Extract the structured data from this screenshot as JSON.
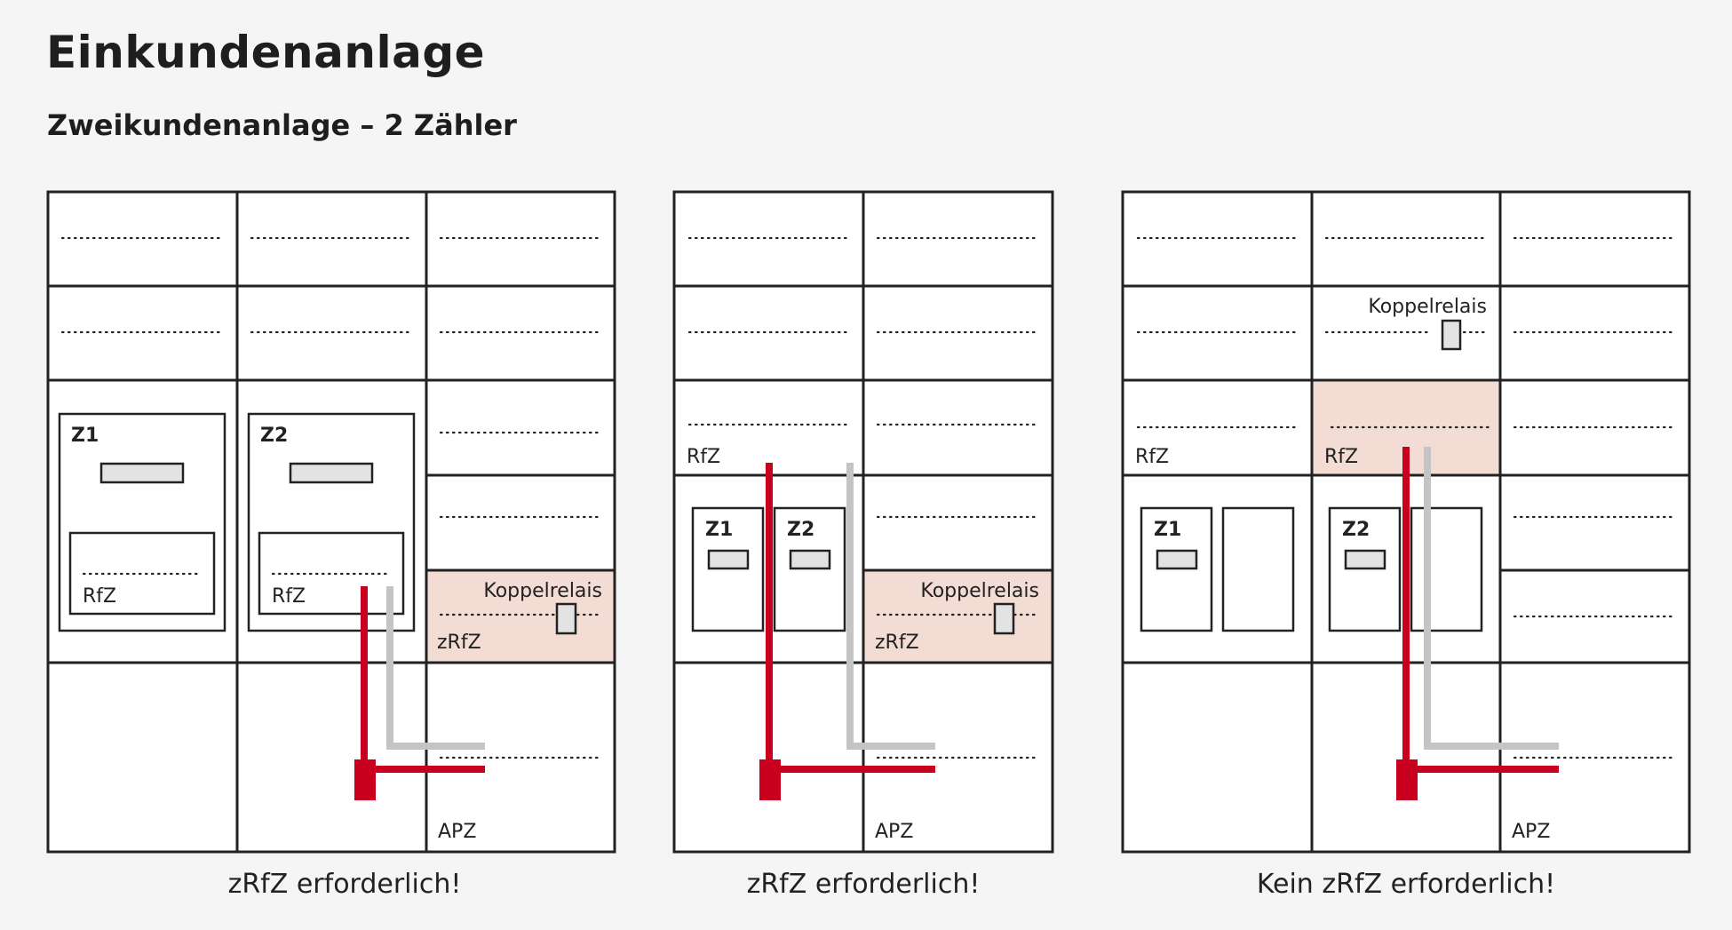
{
  "title": "Einkundenanlage",
  "subtitle": "Zweikundenanlage – 2 Zähler",
  "labels": {
    "z1": "Z1",
    "z2": "Z2",
    "rfz": "RfZ",
    "zrfz": "zRfZ",
    "koppelrelais": "Koppelrelais",
    "apz": "APZ"
  },
  "captions": [
    "zRfZ erforderlich!",
    "zRfZ erforderlich!",
    "Kein zRfZ erforderlich!"
  ],
  "colors": {
    "red_line": "#c8001e",
    "gray_line": "#c4c4c4",
    "highlight": "#f2dcd3",
    "frame": "#222222",
    "device_fill": "#e3e3e3"
  }
}
